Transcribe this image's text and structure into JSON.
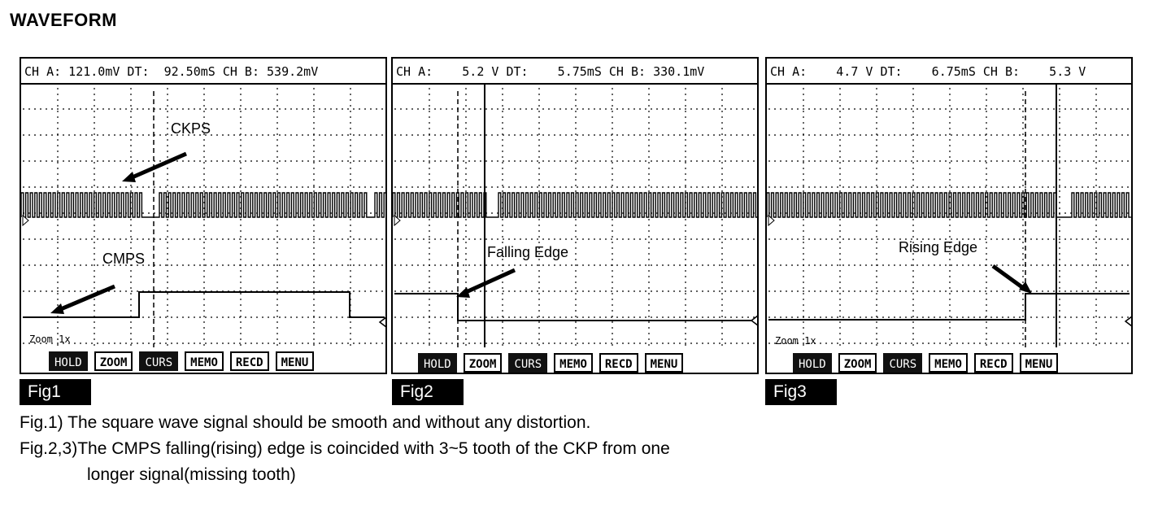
{
  "title": "WAVEFORM",
  "panels": [
    {
      "header": "CH A: 121.0mV DT:  92.50mS CH B: 539.2mV",
      "labels": [
        "CKPS",
        "CMPS"
      ],
      "zoom": "Zoom 1x",
      "fig": "Fig1"
    },
    {
      "header": "CH A:    5.2 V DT:    5.75mS CH B: 330.1mV",
      "labels": [
        "Falling Edge"
      ],
      "fig": "Fig2"
    },
    {
      "header": "CH A:    4.7 V DT:    6.75mS CH B:    5.3 V",
      "labels": [
        "Rising Edge"
      ],
      "zoom": "Zoom 1x",
      "fig": "Fig3"
    }
  ],
  "buttons": [
    "HOLD",
    "ZOOM",
    "CURS",
    "MEMO",
    "RECD",
    "MENU"
  ],
  "notes": [
    "Fig.1) The square wave signal should be smooth and without any distortion.",
    "Fig.2,3)The CMPS falling(rising) edge is coincided with 3~5 tooth of the CKP from one",
    "longer signal(missing tooth)"
  ]
}
